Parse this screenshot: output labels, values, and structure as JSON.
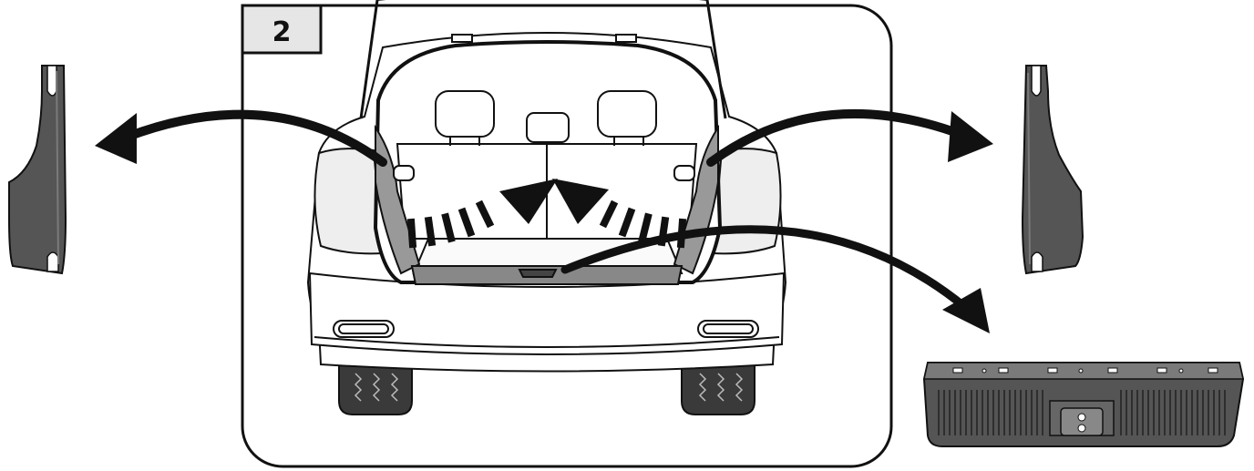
{
  "step": {
    "number": "2"
  },
  "colors": {
    "outline": "#111111",
    "step_badge_fill": "#e6e6e6",
    "panel_fill": "#555555",
    "panel_light": "#7a7a7a",
    "vehicle_fill": "#ffffff",
    "tire_fill": "#3a3a3a",
    "arrow": "#111111"
  },
  "illustration": {
    "panel_frame": "rounded-frame",
    "vehicle": "suv-rear-view-hatch-open",
    "parts": [
      "left-side-trim-panel",
      "right-side-trim-panel",
      "rear-sill-scuff-plate"
    ],
    "arrows": [
      "arrow-to-left-panel",
      "arrow-to-right-panel",
      "arrow-to-sill-plate",
      "clip-release-arrow-left",
      "clip-release-arrow-right"
    ]
  }
}
